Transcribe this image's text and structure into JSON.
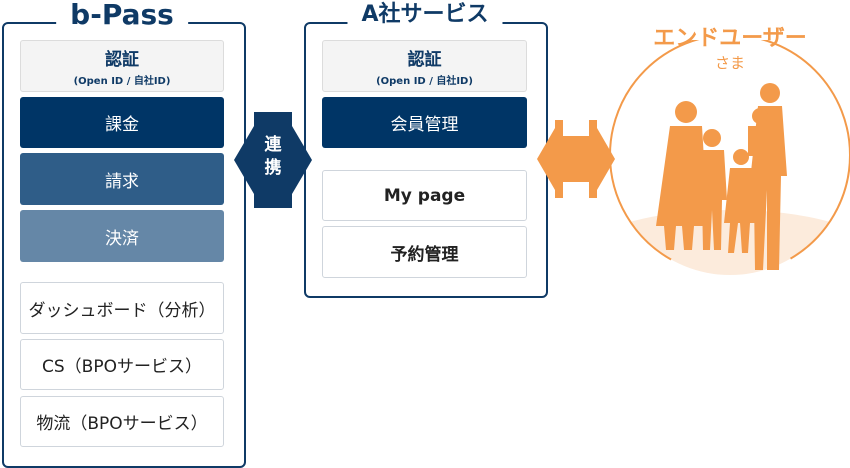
{
  "bpass": {
    "title": "b-Pass",
    "auth_main": "認証",
    "auth_sub": "(Open ID / 自社ID)",
    "items": [
      "課金",
      "請求",
      "決済"
    ],
    "services": [
      "ダッシュボード（分析）",
      "CS（BPOサービス）",
      "物流（BPOサービス）"
    ]
  },
  "link": {
    "line1": "連",
    "line2": "携"
  },
  "company": {
    "title": "A社サービス",
    "auth_main": "認証",
    "auth_sub": "(Open ID / 自社ID)",
    "member": "会員管理",
    "mypage": "My page",
    "reserve": "予約管理"
  },
  "enduser": {
    "title": "エンドユーザー",
    "sub": "さま"
  },
  "colors": {
    "navy": "#0f3a66",
    "orange": "#f39a4a"
  }
}
